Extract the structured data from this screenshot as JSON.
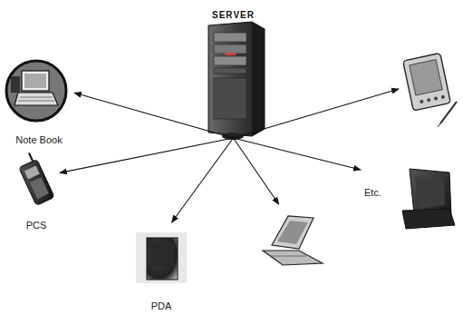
{
  "diagram": {
    "nodes": [
      {
        "text": [
          "SERVER"
        ]
      },
      {
        "text": [
          "Note Book"
        ]
      },
      {
        "text": []
      },
      {
        "text": [
          "PCS"
        ]
      },
      {
        "text": [
          "Etc."
        ]
      },
      {
        "text": [
          "PDA"
        ]
      },
      {
        "text": []
      }
    ],
    "edges": [
      {
        "from": 0,
        "to": 1,
        "arrow": "to"
      },
      {
        "from": 0,
        "to": 2,
        "arrow": "to"
      },
      {
        "from": 0,
        "to": 3,
        "arrow": "to"
      },
      {
        "from": 0,
        "to": 4,
        "arrow": "to"
      },
      {
        "from": 0,
        "to": 5,
        "arrow": "to"
      },
      {
        "from": 0,
        "to": 6,
        "arrow": "to"
      }
    ]
  }
}
